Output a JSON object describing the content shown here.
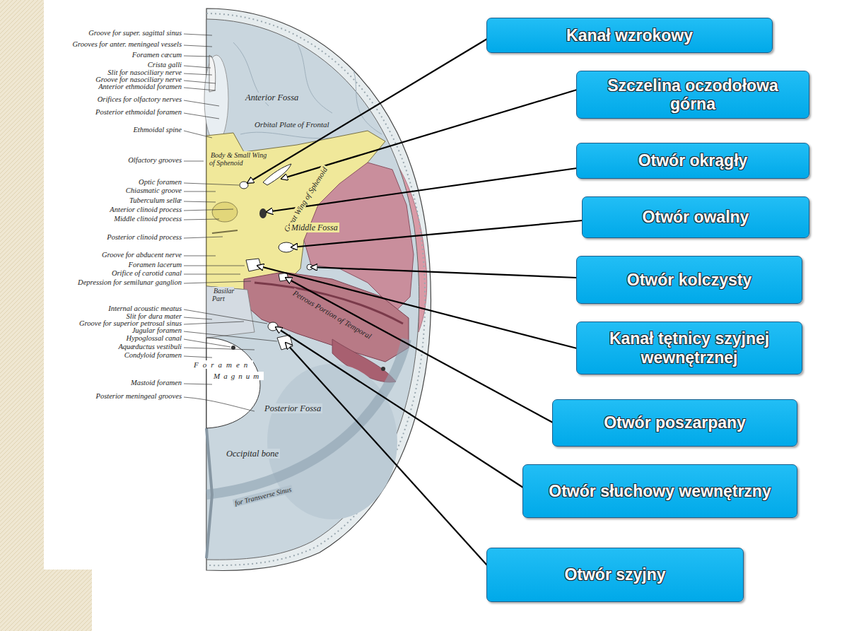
{
  "diagram": {
    "nodes": [
      {
        "text": [
          "Kanał wzrokowy"
        ]
      },
      {
        "text": [
          "Szczelina oczodołowa górna"
        ]
      },
      {
        "text": [
          "Otwór okrągły"
        ]
      },
      {
        "text": [
          "Otwór owalny"
        ]
      },
      {
        "text": [
          "Otwór kolczysty"
        ]
      },
      {
        "text": [
          "Kanał tętnicy szyjnej wewnętrznej"
        ]
      },
      {
        "text": [
          "Otwór poszarpany"
        ]
      },
      {
        "text": [
          "Otwór słuchowy wewnętrzny"
        ]
      },
      {
        "text": [
          "Otwór szyjny"
        ]
      }
    ],
    "labels": [
      "Groove for super. sagittal sinus",
      "Grooves for anter. meningeal vessels",
      "Foramen cæcum",
      "Crista galli",
      "Slit for nasociliary nerve",
      "Groove for nasociliary nerve",
      "Anterior ethmoidal foramen",
      "Orifices for olfactory nerves",
      "Posterior ethmoidal foramen",
      "Ethmoidal spine",
      "Olfactory grooves",
      "Optic foramen",
      "Chiasmatic groove",
      "Tuberculum sellæ",
      "Anterior clinoid process",
      "Middle clinoid process",
      "Posterior clinoid process",
      "Groove for abducent nerve",
      "Foramen lacerum",
      "Orifice of carotid canal",
      "Depression for semilunar ganglion",
      "Internal acoustic meatus",
      "Slit for dura mater",
      "Groove for superior petrosal sinus",
      "Jugular foramen",
      "Hypoglossal canal",
      "Aquæductus vestibuli",
      "Condyloid foramen",
      "Mastoid foramen",
      "Posterior meningeal grooves",
      "Anterior Fossa",
      "Orbital Plate of Frontal",
      "Body & Small Wing of Sphenoid",
      "Great Wing of Sphenoid",
      "Middle Fossa",
      "Basilar Part",
      "Petrous Portion of Temporal",
      "Foramen",
      "Magnum",
      "Posterior Fossa",
      "Occipital bone",
      "for Transverse Sinus"
    ]
  }
}
